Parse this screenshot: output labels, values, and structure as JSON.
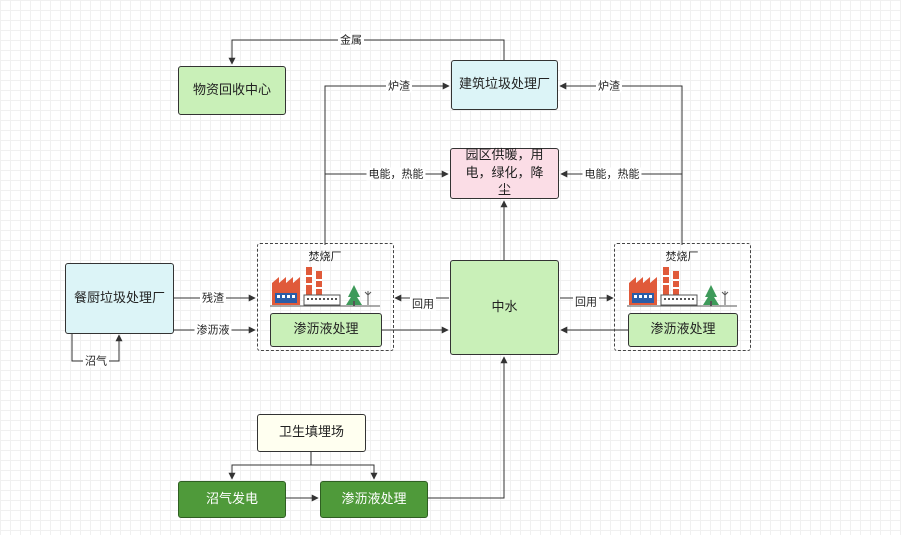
{
  "nodes": {
    "recycle_center": "物资回收中心",
    "construction_plant": "建筑垃圾处理厂",
    "park_supply": "园区供暖，用电，绿化，降尘",
    "kitchen_plant": "餐厨垃圾处理厂",
    "reclaimed_water": "中水",
    "landfill": "卫生填埋场",
    "biogas_power": "沼气发电",
    "leachate_left": "渗沥液处理",
    "leachate_right": "渗沥液处理",
    "leachate_bottom": "渗沥液处理"
  },
  "groups": {
    "incinerator_left": "焚烧厂",
    "incinerator_right": "焚烧厂"
  },
  "edge_labels": {
    "metal": "金属",
    "slag_left": "炉渣",
    "slag_right": "炉渣",
    "power_left": "电能，热能",
    "power_right": "电能，热能",
    "residue": "残渣",
    "leachate": "渗沥液",
    "biogas": "沼气",
    "reuse_left": "回用",
    "reuse_right": "回用"
  },
  "colors": {
    "green": "#c9f0b8",
    "cyan": "#dcf4f7",
    "pink": "#fbdde6",
    "cream": "#fffff0",
    "dark_green": "#4f9a3a",
    "line": "#333333"
  }
}
